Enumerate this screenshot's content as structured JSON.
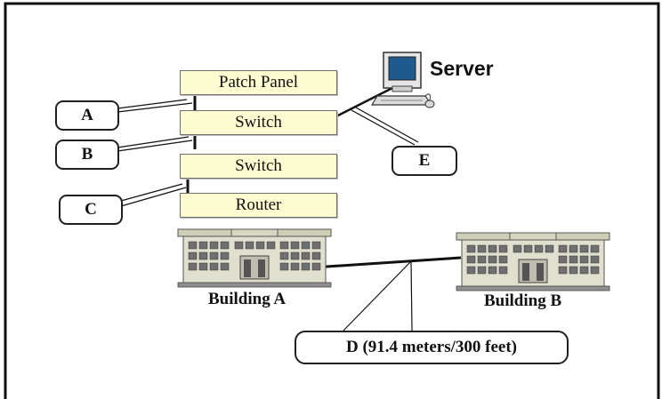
{
  "devices": {
    "patch_panel": "Patch Panel",
    "switch_1": "Switch",
    "switch_2": "Switch",
    "router": "Router"
  },
  "server_label": "Server",
  "callouts": {
    "a": "A",
    "b": "B",
    "c": "C",
    "d": "D (91.4 meters/300 feet)",
    "e": "E"
  },
  "buildings": {
    "a": "Building A",
    "b": "Building B"
  }
}
